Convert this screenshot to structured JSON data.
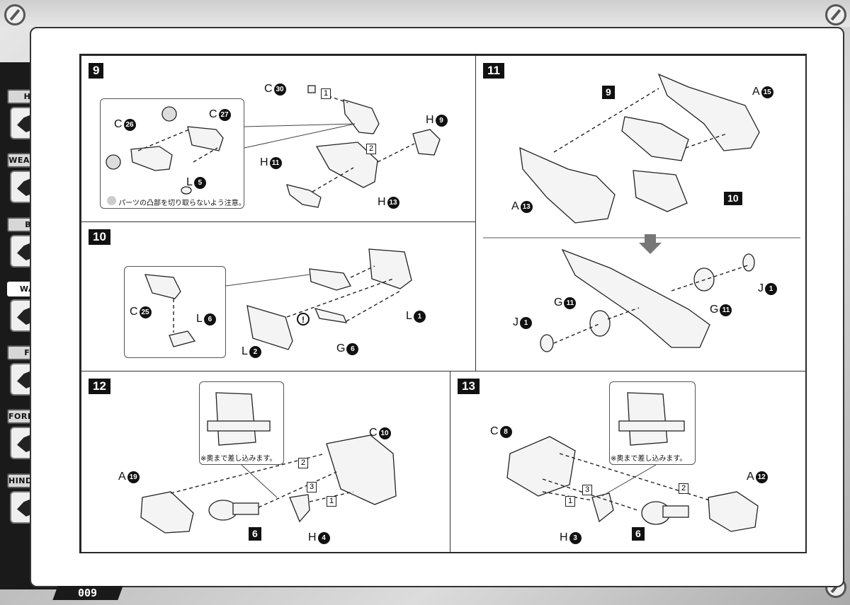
{
  "page_number": "009",
  "sidebar": {
    "items": [
      {
        "label": "HEAD",
        "active": false
      },
      {
        "label": "WEAPON",
        "active": false
      },
      {
        "label": "BUST",
        "active": false
      },
      {
        "label": "WAIST",
        "active": true
      },
      {
        "label": "FOOT",
        "active": false
      },
      {
        "label": "FORELEG",
        "active": false
      },
      {
        "label": "HINDLEG",
        "active": false
      }
    ]
  },
  "steps": {
    "s9": {
      "number": "9",
      "labels": {
        "c26": {
          "letter": "C",
          "num": "26"
        },
        "c27": {
          "letter": "C",
          "num": "27"
        },
        "l5": {
          "letter": "L",
          "num": "5"
        },
        "c30": {
          "letter": "C",
          "num": "30"
        },
        "h9": {
          "letter": "H",
          "num": "9"
        },
        "h11": {
          "letter": "H",
          "num": "11"
        },
        "h13": {
          "letter": "H",
          "num": "13"
        }
      },
      "order": [
        "1",
        "2"
      ],
      "note": "パーツの凸部を切り取らないよう注意。"
    },
    "s10": {
      "number": "10",
      "labels": {
        "c25": {
          "letter": "C",
          "num": "25"
        },
        "l6": {
          "letter": "L",
          "num": "6"
        },
        "l2": {
          "letter": "L",
          "num": "2"
        },
        "g6": {
          "letter": "G",
          "num": "6"
        },
        "l1": {
          "letter": "L",
          "num": "1"
        }
      },
      "warning": "!"
    },
    "s11": {
      "number": "11",
      "labels": {
        "a15": {
          "letter": "A",
          "num": "15"
        },
        "a13": {
          "letter": "A",
          "num": "13"
        },
        "g11a": {
          "letter": "G",
          "num": "11"
        },
        "g11b": {
          "letter": "G",
          "num": "11"
        },
        "j1a": {
          "letter": "J",
          "num": "1"
        },
        "j1b": {
          "letter": "J",
          "num": "1"
        }
      },
      "ref9": "9",
      "ref10": "10"
    },
    "s12": {
      "number": "12",
      "labels": {
        "a19": {
          "letter": "A",
          "num": "19"
        },
        "c10": {
          "letter": "C",
          "num": "10"
        },
        "h4": {
          "letter": "H",
          "num": "4"
        }
      },
      "ref6": "6",
      "order": [
        "1",
        "2",
        "3"
      ],
      "note": "※奥まで差し込みます。"
    },
    "s13": {
      "number": "13",
      "labels": {
        "c8": {
          "letter": "C",
          "num": "8"
        },
        "a12": {
          "letter": "A",
          "num": "12"
        },
        "h3": {
          "letter": "H",
          "num": "3"
        }
      },
      "ref6": "6",
      "order": [
        "1",
        "2",
        "3"
      ],
      "note": "※奥まで差し込みます。"
    }
  }
}
